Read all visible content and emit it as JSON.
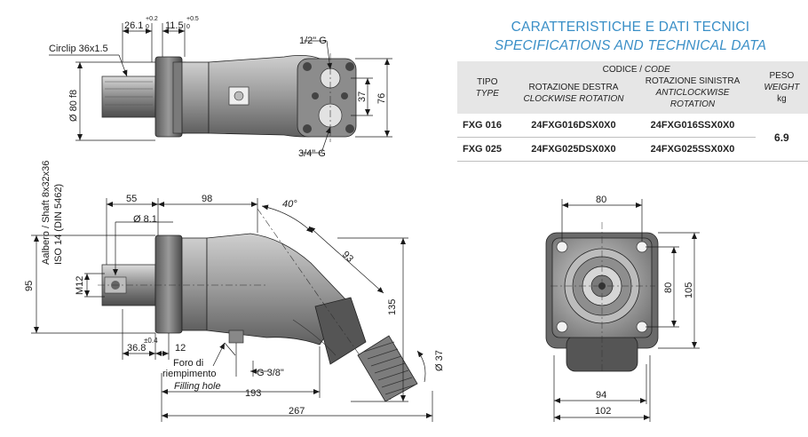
{
  "heading": {
    "it": "CARATTERISTICHE E DATI TECNICI",
    "en": "SPECIFICATIONS AND TECHNICAL DATA"
  },
  "table": {
    "col_type_it": "TIPO",
    "col_type_en": "TYPE",
    "col_code_it": "CODICE / ",
    "col_code_en": "CODE",
    "col_cw_it": "ROTAZIONE DESTRA",
    "col_cw_en": "CLOCKWISE ROTATION",
    "col_ccw_it": "ROTAZIONE SINISTRA",
    "col_ccw_en": "ANTICLOCKWISE ROTATION",
    "col_weight_it": "PESO",
    "col_weight_en": "WEIGHT",
    "col_weight_unit": "kg",
    "rows": [
      {
        "model": "FXG 016",
        "cw": "24FXG016DSX0X0",
        "ccw": "24FXG016SSX0X0"
      },
      {
        "model": "FXG 025",
        "cw": "24FXG025DSX0X0",
        "ccw": "24FXG025SSX0X0"
      }
    ],
    "weight": "6.9"
  },
  "top_view": {
    "dim_26_1": "26.1",
    "tol_26_1_upper": "+0.2",
    "tol_26_1_lower": "0",
    "dim_11_5": "11.5",
    "tol_11_5_upper": "+0.5",
    "tol_11_5_lower": "0",
    "circlip": "Circlip 36x1.5",
    "dia_80": "Ø 80 f8",
    "port_top": "1/2\" G",
    "port_bottom": "3/4\" G",
    "dim_37": "37",
    "dim_76": "76"
  },
  "side_view": {
    "shaft_label": "Aalbero / Shaft 8x32x36",
    "shaft_std": "ISO 14 (DIN 5462)",
    "dim_55": "55",
    "dim_98": "98",
    "dim_angle": "40°",
    "dim_93": "93",
    "dia_8_1": "Ø 8.1",
    "dim_95": "95",
    "thread": "M12",
    "dim_135": "135",
    "dim_36_8": "36.8",
    "tol_36_8": "±0.4",
    "dim_12": "12",
    "fill_it_1": "Foro di",
    "fill_it_2": "riempimento",
    "fill_en": "Filling hole",
    "port_g38": "G 3/8\"",
    "dia_37": "Ø 37",
    "dim_193": "193",
    "dim_267": "267"
  },
  "front_view": {
    "dim_80_top": "80",
    "dim_80_side": "80",
    "dim_105": "105",
    "dim_94": "94",
    "dim_102": "102"
  }
}
